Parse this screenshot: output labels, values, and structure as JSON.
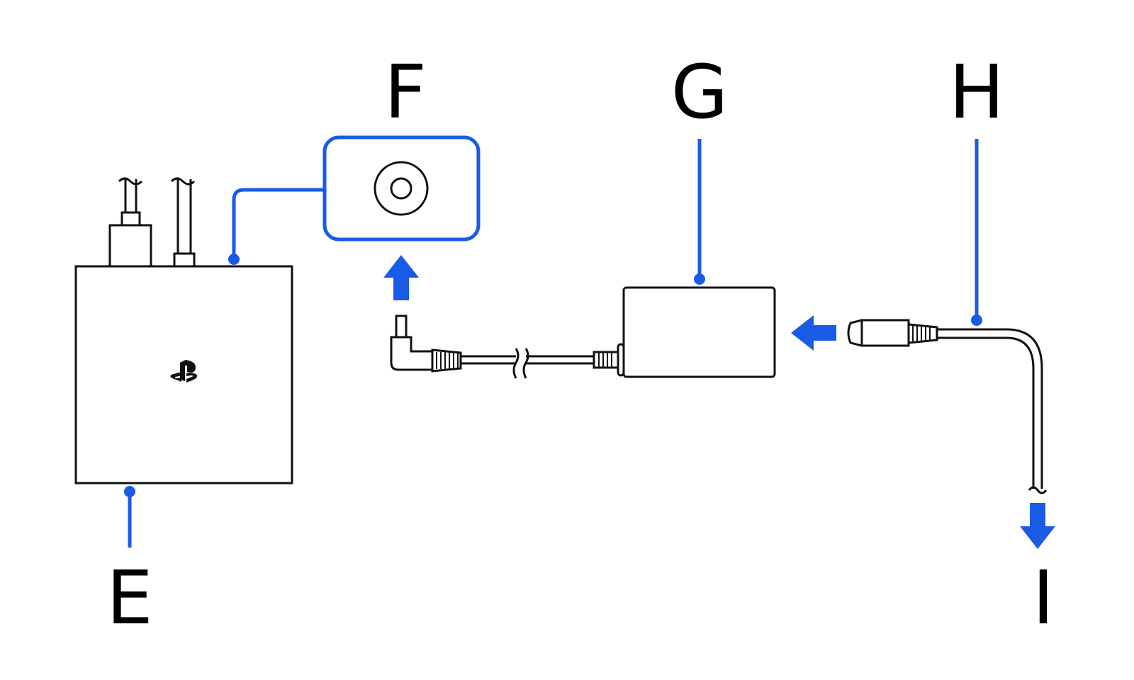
{
  "callouts": {
    "e": "E",
    "f": "F",
    "g": "G",
    "h": "H",
    "i": "I"
  },
  "icons": {
    "console": "playstation-logo-icon",
    "port": "dc-in-port-icon",
    "arrows": "direction-arrow-icon"
  },
  "colors": {
    "accent": "#1a5be6",
    "line": "#111111",
    "background": "#ffffff"
  }
}
